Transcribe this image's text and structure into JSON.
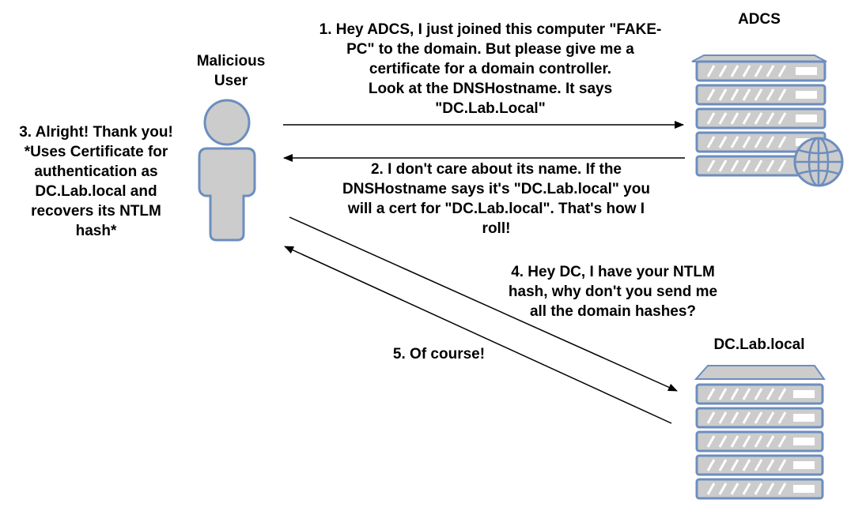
{
  "actors": {
    "malicious_user": {
      "label": "Malicious\nUser",
      "icon": "user-icon",
      "fill": "#cccccc",
      "stroke": "#6c8ebf"
    },
    "adcs": {
      "label": "ADCS",
      "icon": "server-with-globe-icon",
      "fill": "#cccccc",
      "stroke": "#6c8ebf"
    },
    "dc": {
      "label": "DC.Lab.local",
      "icon": "server-icon",
      "fill": "#cccccc",
      "stroke": "#6c8ebf"
    }
  },
  "messages": {
    "step1": "1. Hey ADCS, I just joined this computer \"FAKE-\nPC\" to the domain. But please give me a\ncertificate for a domain controller.\nLook at the DNSHostname. It says\n\"DC.Lab.Local\"",
    "step2": "2. I don't care about its name. If the\nDNSHostname says it's \"DC.Lab.local\" you\nwill a cert for \"DC.Lab.local\". That's how I\nroll!",
    "step3": "3. Alright! Thank you!\n*Uses Certificate for\nauthentication as\nDC.Lab.local and\nrecovers its NTLM\nhash*",
    "step4": "4. Hey DC, I have your NTLM\nhash, why don't you send me\nall the domain hashes?",
    "step5": "5. Of course!"
  }
}
